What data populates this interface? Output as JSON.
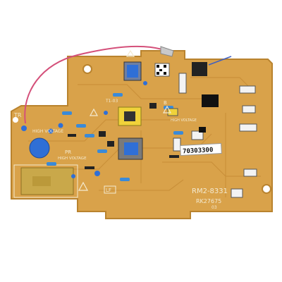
{
  "board": {
    "part_number": "RM2-8331",
    "revision_code": "RK27675",
    "revision_suffix": "03",
    "sticker_serial": "70303300",
    "labels": {
      "tr": "TR",
      "pr": "PR",
      "lf": "LF",
      "high_voltage_1": "HIGH VOLTAGE",
      "high_voltage_2": "HIGH VOLTAGE",
      "high_voltage_top": "HIGH VOLTAGE",
      "t103": "T1-03",
      "b": "B"
    }
  },
  "colors": {
    "pcb": "#d9a24a",
    "pcb_edge": "#b9832e",
    "silkscreen": "#f4ead0",
    "capacitor_blue": "#2f6fd6",
    "transformer_yellow": "#f0d23a",
    "wire_red": "#d4507a",
    "sticker": "#ffffff"
  }
}
